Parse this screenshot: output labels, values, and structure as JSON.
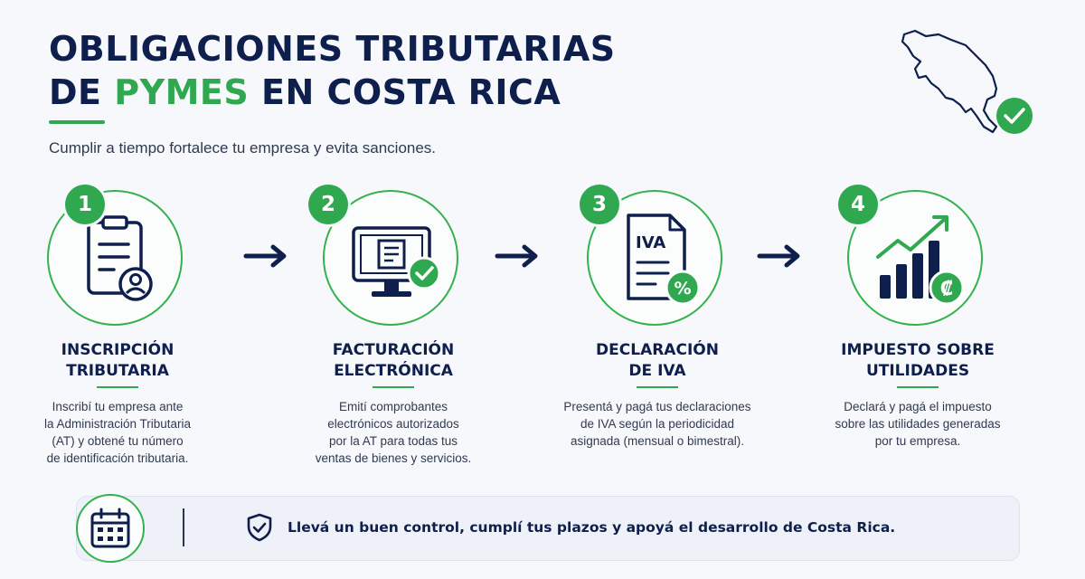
{
  "header": {
    "title_line1": "OBLIGACIONES TRIBUTARIAS",
    "title_line2_pre": "DE ",
    "title_line2_highlight": "PYMES",
    "title_line2_post": " EN COSTA RICA",
    "subtitle": "Cumplir a tiempo fortalece tu empresa y evita sanciones."
  },
  "steps": [
    {
      "number": "1",
      "title_line1": "INSCRIPCIÓN",
      "title_line2": "TRIBUTARIA",
      "description": [
        "Inscribí tu empresa ante",
        "la Administración Tributaria",
        "(AT) y obtené tu número",
        "de identificación tributaria."
      ],
      "icon": "clipboard-user-icon"
    },
    {
      "number": "2",
      "title_line1": "FACTURACIÓN",
      "title_line2": "ELECTRÓNICA",
      "description": [
        "Emití comprobantes",
        "electrónicos autorizados",
        "por la AT para todas tus",
        "ventas de bienes y servicios."
      ],
      "icon": "monitor-check-icon"
    },
    {
      "number": "3",
      "title_line1": "DECLARACIÓN",
      "title_line2": "DE IVA",
      "description": [
        "Presentá y pagá tus declaraciones",
        "de IVA según la periodicidad",
        "asignada (mensual o bimestral)."
      ],
      "icon": "iva-document-icon",
      "icon_text": "IVA",
      "badge_text": "%"
    },
    {
      "number": "4",
      "title_line1": "IMPUESTO SOBRE",
      "title_line2": "UTILIDADES",
      "description": [
        "Declará y pagá el impuesto",
        "sobre las utilidades generadas",
        "por tu empresa."
      ],
      "icon": "growth-chart-icon",
      "badge_text": "₡"
    }
  ],
  "footer": {
    "message": "Llevá un buen control, cumplí tus plazos y apoyá el desarrollo de Costa Rica.",
    "icons": [
      "calendar-icon",
      "shield-check-icon"
    ]
  },
  "colors": {
    "navy": "#0e1f4d",
    "green": "#2fa84f",
    "background": "#f6f8fb"
  }
}
